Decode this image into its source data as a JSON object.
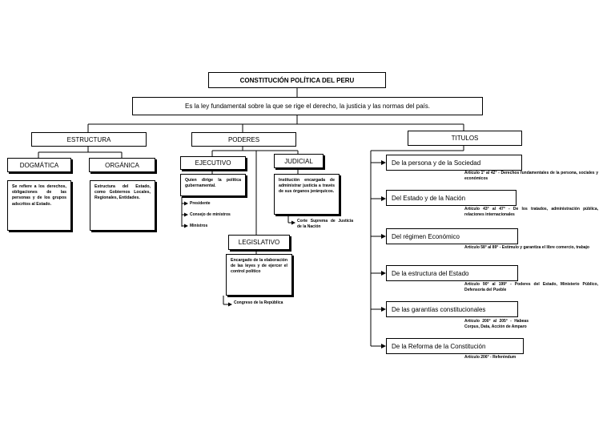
{
  "title": "CONSTITUCIÓN POLÍTICA DEL PERU",
  "definition": "Es la ley fundamental sobre la que se rige el derecho, la justicia y las normas del país.",
  "branches": {
    "estructura": {
      "label": "ESTRUCTURA",
      "dogmatica": {
        "label": "DOGMÁTICA",
        "desc": "Se refiere a los derechos, obligaciones de las personas y de los grupos adscritos al Estado."
      },
      "organica": {
        "label": "ORGÁNICA",
        "desc": "Estructura del Estado, como Gobiernos Locales, Regionales, Entidades."
      }
    },
    "poderes": {
      "label": "PODERES",
      "ejecutivo": {
        "label": "EJECUTIVO",
        "desc": "Quien dirige la política gubernamental.",
        "items": [
          "Presidente",
          "Consejo de ministros",
          "Ministros"
        ]
      },
      "judicial": {
        "label": "JUDICIAL",
        "desc": "Institución encargada de administrar justicia a través de sus órganos jerárquicos.",
        "item": "Corte Suprema de Justicia de la Nación"
      },
      "legislativo": {
        "label": "LEGISLATIVO",
        "desc": "Encargado de la elaboración de las leyes y de ejercer el control político",
        "item": "Congreso de la República"
      }
    },
    "titulos": {
      "label": "TITULOS",
      "items": [
        {
          "label": "De la persona y de la Sociedad",
          "desc": "Artículo 1° al 42° - Derechos fundamentales de la persona, sociales y económicos"
        },
        {
          "label": "Del Estado y de la Nación",
          "desc": "Artículo 43° al 47° - De los tratados, administración pública, relaciones internacionales"
        },
        {
          "label": "Del régimen Económico",
          "desc": "Artículo 58° al 89° - Estímulo y garantiza el libre comercio, trabajo"
        },
        {
          "label": "De la estructura del Estado",
          "desc": "Artículo 90° al 199° - Poderes del Estado, Ministerio Público, Defensoría del Pueble"
        },
        {
          "label": "De las garantías constitucionales",
          "desc": "Artículo 200° al 205° - Habeas Corpus, Data, Acción de Amparo"
        },
        {
          "label": "De la Reforma de la Constitución",
          "desc": "Artículo 206° - Referéndum"
        }
      ]
    }
  }
}
